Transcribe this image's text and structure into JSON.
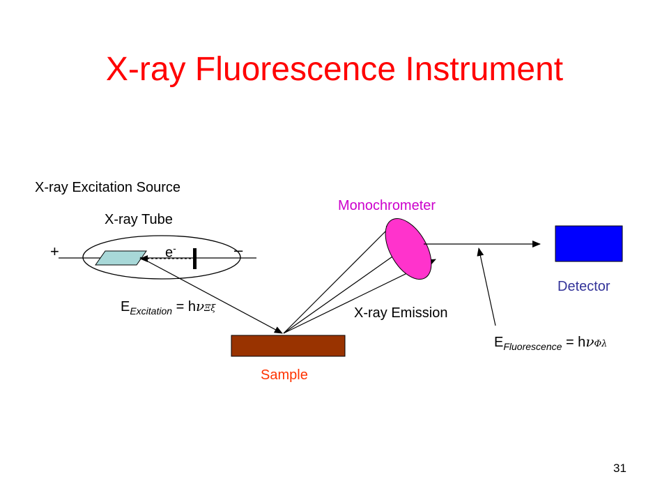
{
  "title": "X-ray Fluorescence Instrument",
  "labels": {
    "source": "X-ray Excitation Source",
    "tube": "X-ray Tube",
    "plus": "+",
    "minus": "–",
    "electron": "e",
    "electron_sup": "-",
    "monochrometer": "Monochrometer",
    "detector": "Detector",
    "sample": "Sample",
    "emission": "X-ray Emission"
  },
  "equations": {
    "excitation": {
      "base": "E",
      "sub": "Excitation",
      "rhs": " = h",
      "nu": "ν",
      "tail": "Ξξ"
    },
    "fluorescence": {
      "base": "E",
      "sub": "Fluorescence",
      "rhs": " = h",
      "nu": "ν",
      "tail": "Φλ"
    }
  },
  "colors": {
    "title": "#ff0000",
    "monochrometer": "#ff33cc",
    "monochrometer_label": "#cc00cc",
    "detector": "#0000ff",
    "detector_label": "#333399",
    "sample": "#993300",
    "sample_label": "#ff3300",
    "target": "#a8d8d8"
  },
  "page_number": "31"
}
